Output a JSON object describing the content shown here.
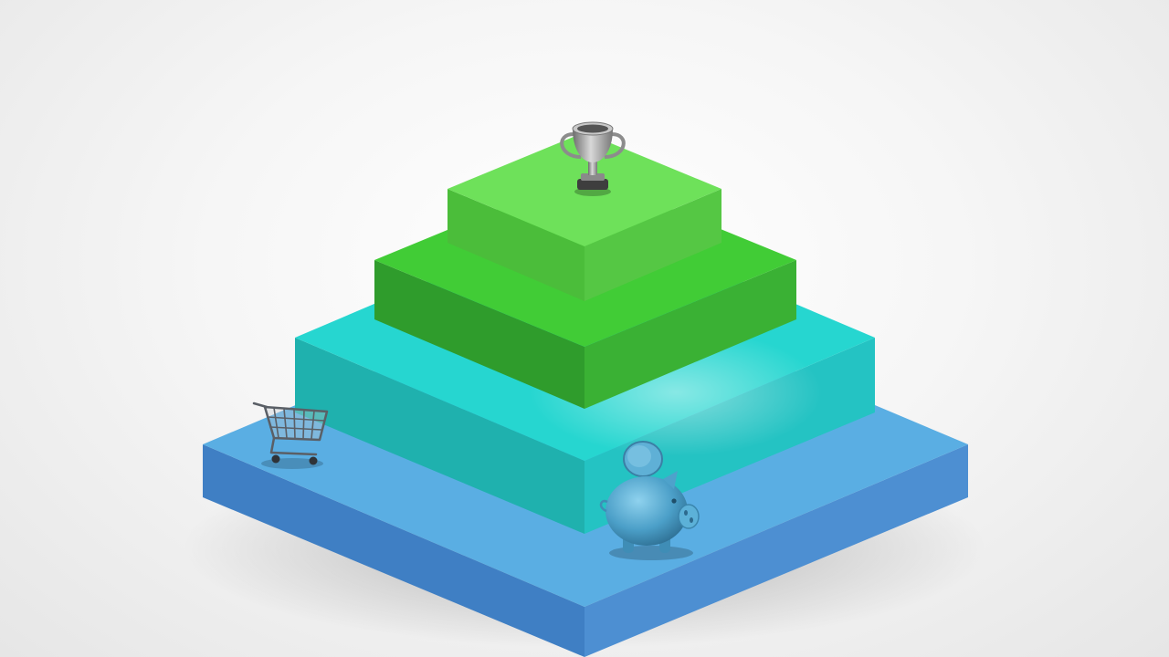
{
  "scene": {
    "kind": "isometric stepped pyramid illustration",
    "tier_count": 4,
    "tiers": [
      {
        "name": "base-tier",
        "top_color": "#5aaee3",
        "left_color": "#3f7fc4",
        "right_color": "#4d8fd2"
      },
      {
        "name": "tier-2",
        "top_color": "#26d6d0",
        "left_color": "#1fb1ae",
        "right_color": "#24c3c3"
      },
      {
        "name": "tier-3",
        "top_color": "#41cc36",
        "left_color": "#2f9c2c",
        "right_color": "#3ab134"
      },
      {
        "name": "top-tier",
        "top_color": "#6ee15a",
        "left_color": "#4bbd3a",
        "right_color": "#55c744"
      }
    ],
    "icons": [
      "trophy-icon",
      "shopping-cart-icon",
      "piggy-bank-coin-icon"
    ],
    "icon_colors": {
      "trophy": "#9a9a9a",
      "cart": "#5a5f66",
      "piggy_bank": "#5aa8cf"
    }
  }
}
